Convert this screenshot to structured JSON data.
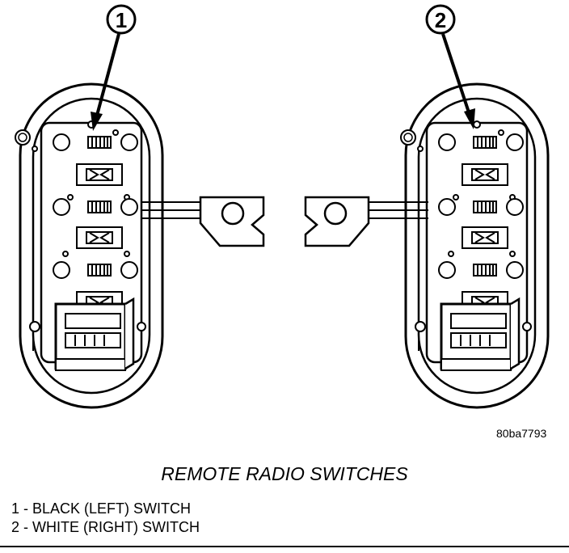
{
  "figure_code": "80ba7793",
  "caption_title": "REMOTE RADIO SWITCHES",
  "callouts": [
    {
      "number": "1"
    },
    {
      "number": "2"
    }
  ],
  "legend": [
    {
      "text": "1 - BLACK (LEFT) SWITCH"
    },
    {
      "text": "2 - WHITE (RIGHT) SWITCH"
    }
  ]
}
